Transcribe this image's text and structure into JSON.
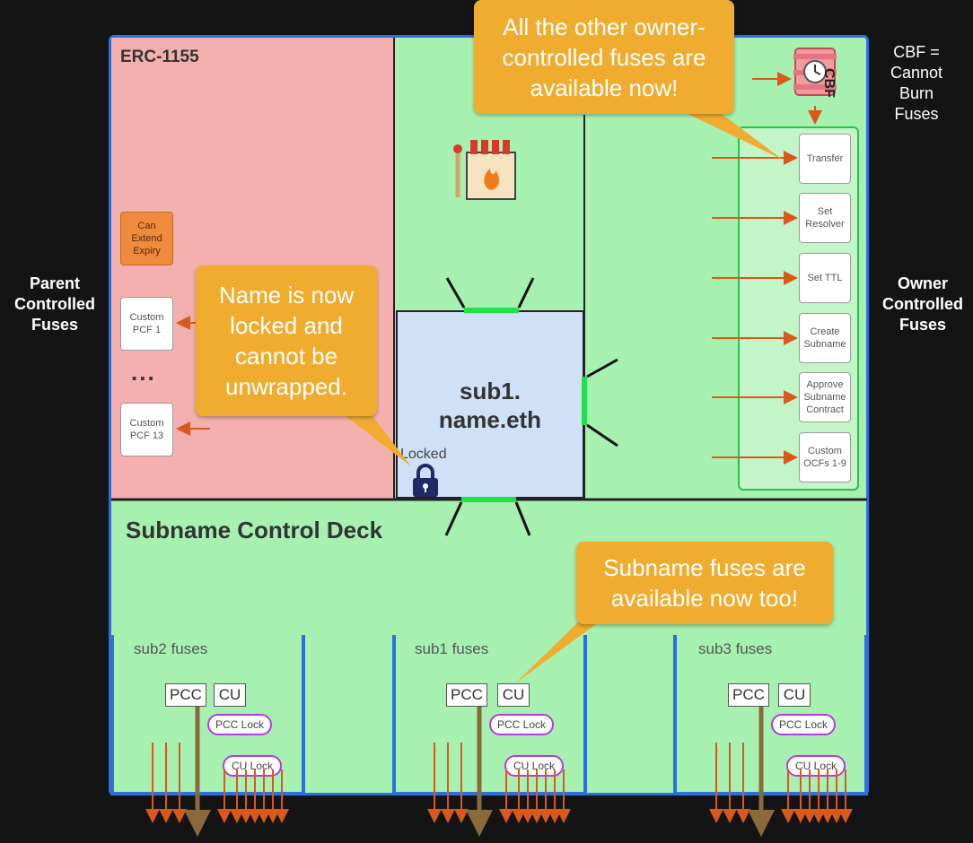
{
  "side_labels": {
    "left": [
      "Parent",
      "Controlled",
      "Fuses"
    ],
    "right": [
      "Owner",
      "Controlled",
      "Fuses"
    ]
  },
  "cbf_note": [
    "CBF =",
    "Cannot",
    "Burn",
    "Fuses"
  ],
  "panels": {
    "erc_title": "ERC-1155",
    "deck_title": "Subname Control Deck"
  },
  "parent_fuses": {
    "extend": "Can Extend Expiry",
    "pcf1": "Custom PCF 1",
    "dots": "...",
    "pcf13": "Custom PCF 13"
  },
  "owner_fuses": {
    "cbf_label": "CBF",
    "items": [
      "Transfer",
      "Set Resolver",
      "Set TTL",
      "Create Subname",
      "Approve Subname Contract",
      "Custom OCFs 1-9"
    ]
  },
  "center": {
    "name_line1": "sub1.",
    "name_line2": "name.eth",
    "locked": "Locked"
  },
  "callouts": {
    "owner": [
      "All the other owner-",
      "controlled fuses are",
      "available now!"
    ],
    "locked": [
      "Name is now",
      "locked and",
      "cannot be",
      "unwrapped."
    ],
    "subname": [
      "Subname fuses are",
      "available now too!"
    ]
  },
  "subnames": [
    {
      "label": "sub2 fuses",
      "pcc": "PCC",
      "cu": "CU",
      "pcc_lock": "PCC Lock",
      "cu_lock": "CU Lock"
    },
    {
      "label": "sub1 fuses",
      "pcc": "PCC",
      "cu": "CU",
      "pcc_lock": "PCC Lock",
      "cu_lock": "CU Lock"
    },
    {
      "label": "sub3 fuses",
      "pcc": "PCC",
      "cu": "CU",
      "pcc_lock": "PCC Lock",
      "cu_lock": "CU Lock"
    }
  ],
  "colors": {
    "green": "#a6f1b0",
    "pink": "#f3b0ae",
    "blue_border": "#2d6fe0",
    "callout": "#f0ac2f",
    "arrow": "#d9581b",
    "orange_box": "#f08a3c",
    "center_box": "#cfe0f7",
    "bright_green": "#22e04a",
    "lock_purple": "#b23ce0"
  }
}
